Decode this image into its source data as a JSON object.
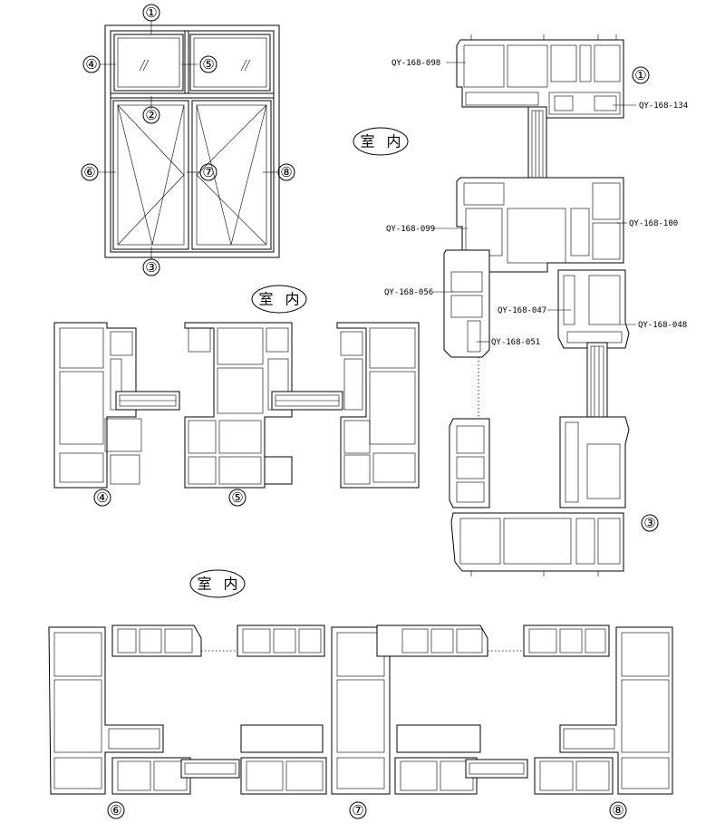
{
  "markers": {
    "m1": "①",
    "m2": "②",
    "m3": "③",
    "m4": "④",
    "m5": "⑤",
    "m6": "⑥",
    "m7": "⑦",
    "m8": "⑧",
    "m1_right": "①",
    "m3_right": "③",
    "m4_mid": "④",
    "m5_mid": "⑤",
    "m6_bot": "⑥",
    "m7_bot": "⑦",
    "m8_bot": "⑧"
  },
  "indoor_label": "室 内",
  "codes": {
    "c098": "QY-168-098",
    "c134": "QY-168-134",
    "c099": "QY-168-099",
    "c100": "QY-168-100",
    "c056": "QY-168-056",
    "c047": "QY-168-047",
    "c048": "QY-168-048",
    "c051": "QY-168-051"
  }
}
